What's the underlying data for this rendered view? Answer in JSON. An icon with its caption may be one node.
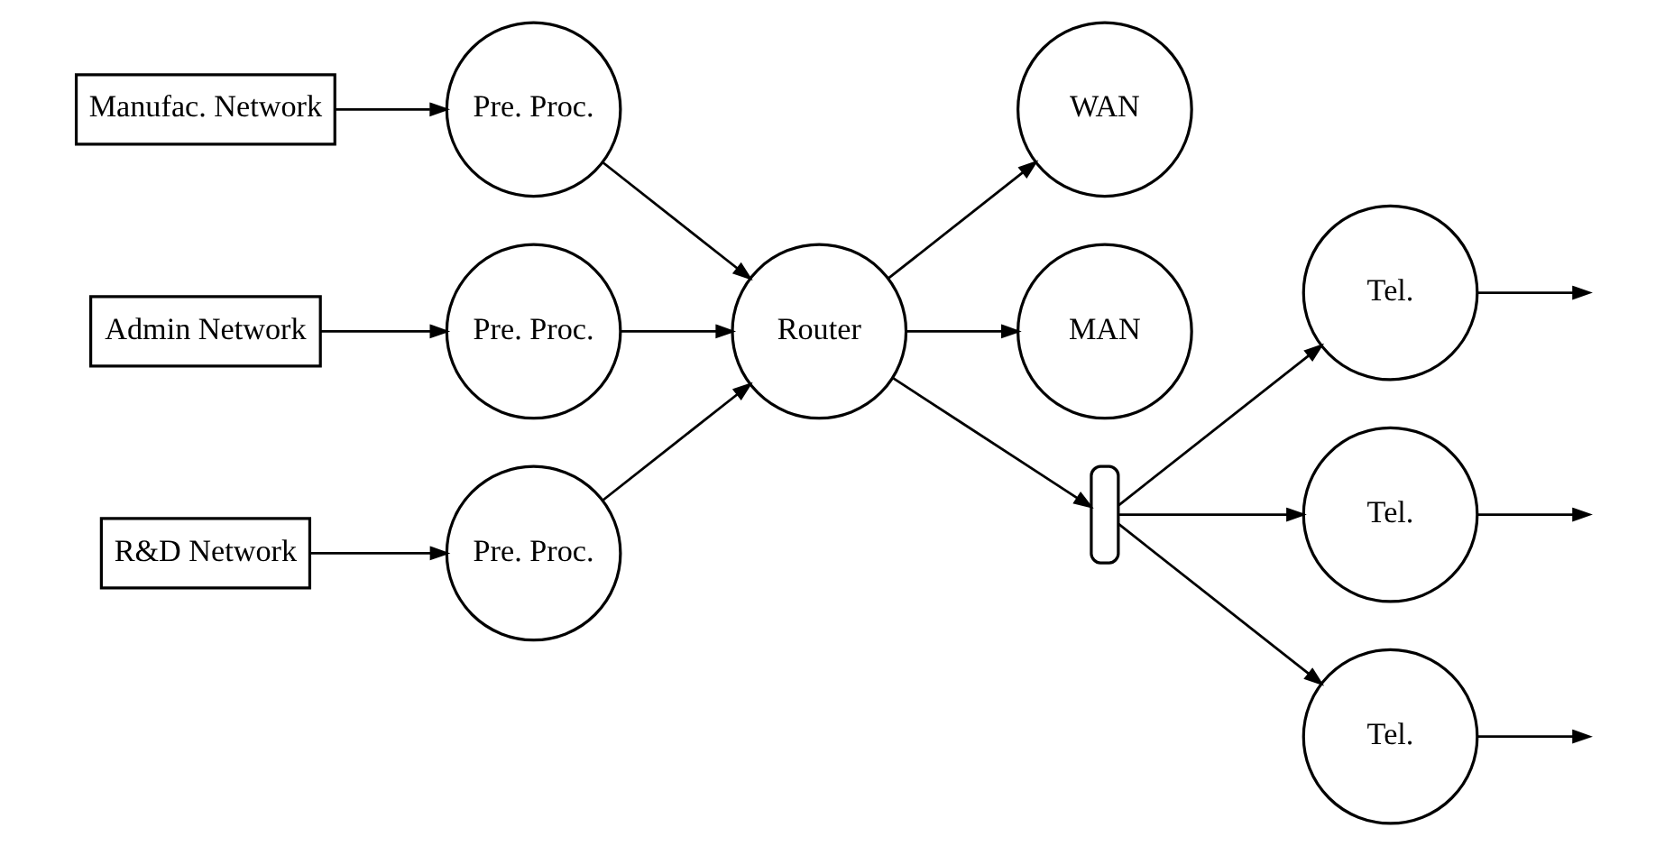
{
  "diagram": {
    "nodes": [
      {
        "text": [
          "Manufac. Network"
        ]
      },
      {
        "text": [
          "Admin Network"
        ]
      },
      {
        "text": [
          "R&D Network"
        ]
      },
      {
        "text": [
          "Pre. Proc."
        ]
      },
      {
        "text": [
          "Pre. Proc."
        ]
      },
      {
        "text": [
          "Pre. Proc."
        ]
      },
      {
        "text": [
          "Router"
        ]
      },
      {
        "text": [
          "WAN"
        ]
      },
      {
        "text": [
          "MAN"
        ]
      },
      {
        "text": [],
        "shape": "queue"
      },
      {
        "text": [
          "Tel."
        ]
      },
      {
        "text": [
          "Tel."
        ]
      },
      {
        "text": [
          "Tel."
        ]
      }
    ],
    "edges": [
      {
        "from": 0,
        "to": 3,
        "arrow": "to"
      },
      {
        "from": 1,
        "to": 4,
        "arrow": "to"
      },
      {
        "from": 2,
        "to": 5,
        "arrow": "to"
      },
      {
        "from": 3,
        "to": 6,
        "arrow": "to"
      },
      {
        "from": 4,
        "to": 6,
        "arrow": "to"
      },
      {
        "from": 5,
        "to": 6,
        "arrow": "to"
      },
      {
        "from": 6,
        "to": 7,
        "arrow": "to"
      },
      {
        "from": 6,
        "to": 9,
        "arrow": "to"
      },
      {
        "from": 6,
        "to": 8,
        "arrow": "to"
      },
      {
        "from": 9,
        "to": 10,
        "arrow": "to"
      },
      {
        "from": 9,
        "to": 11,
        "arrow": "to"
      },
      {
        "from": 9,
        "to": 12,
        "arrow": "to"
      },
      {
        "from": 10,
        "to": null,
        "arrow": "to"
      },
      {
        "from": 11,
        "to": null,
        "arrow": "to"
      },
      {
        "from": 12,
        "to": null,
        "arrow": "to"
      }
    ]
  }
}
